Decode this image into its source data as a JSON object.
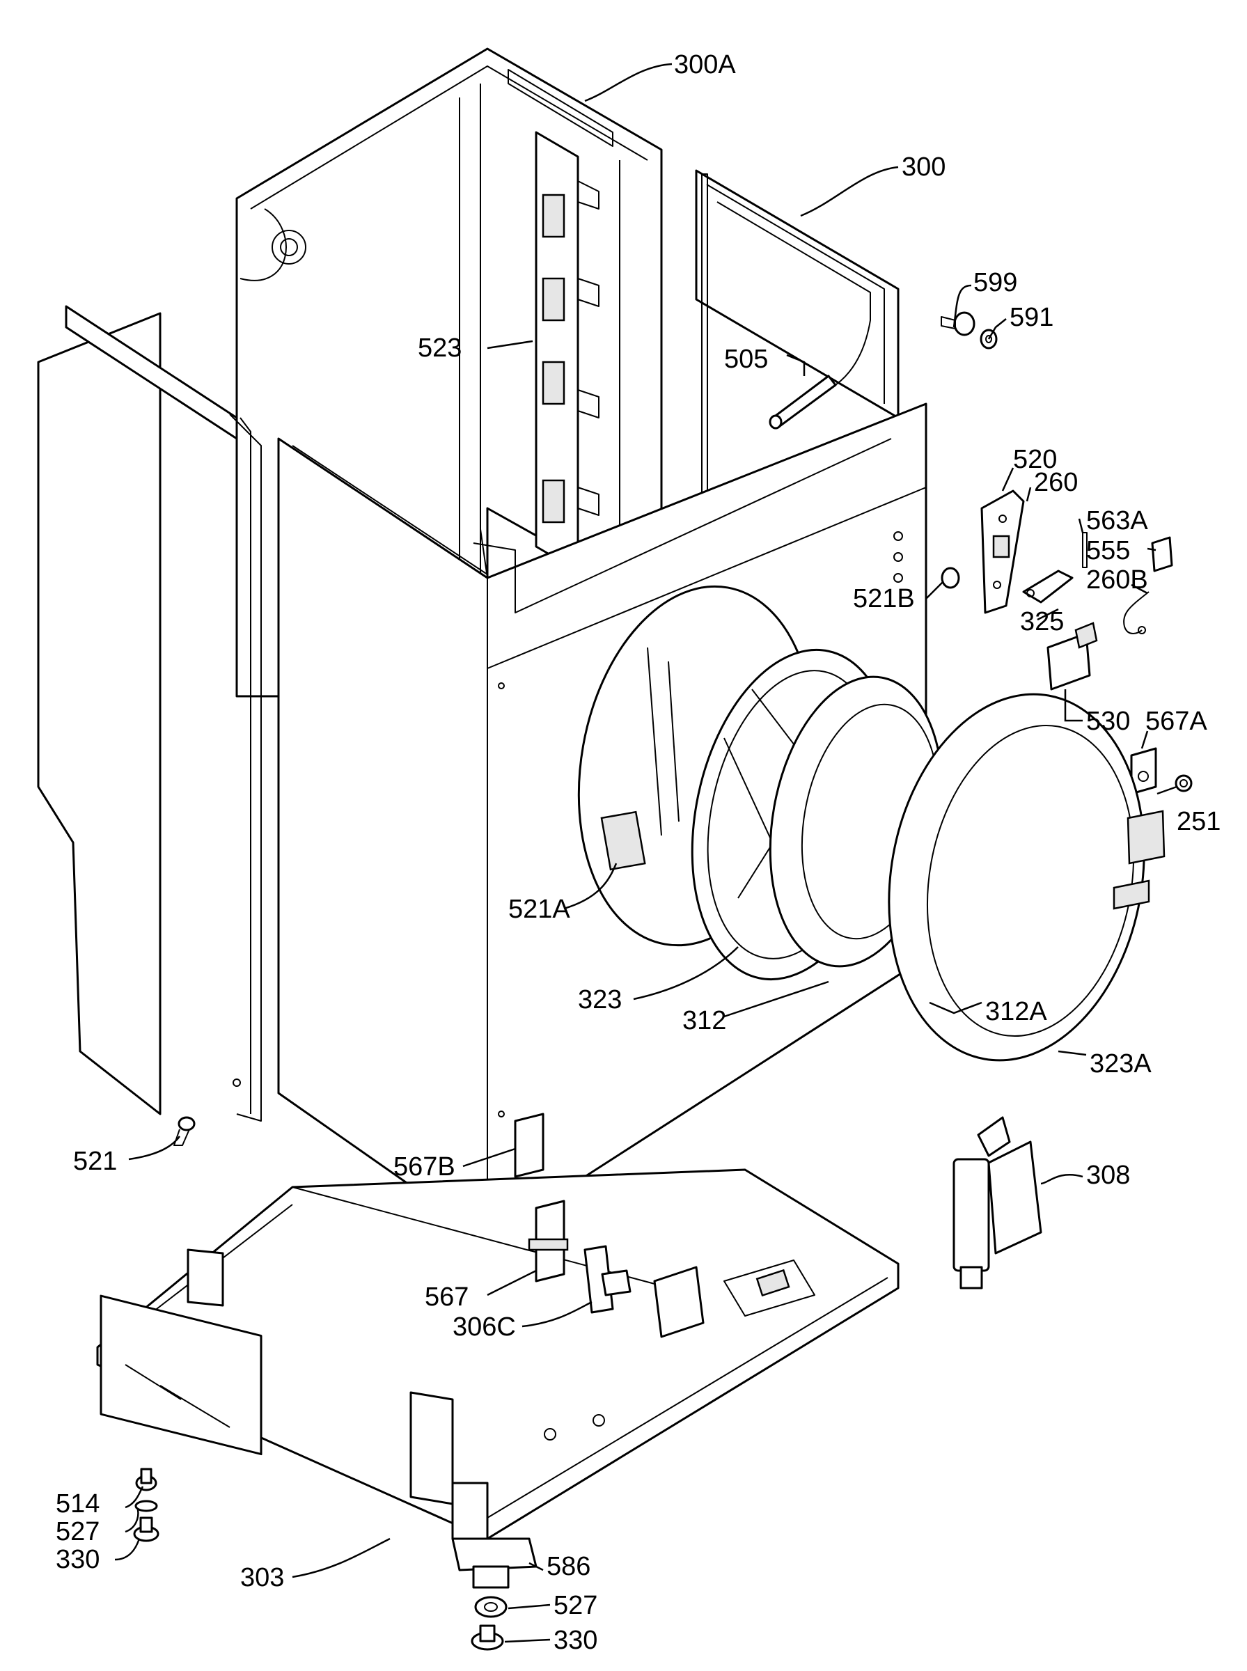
{
  "labels": {
    "l300A": "300A",
    "l300": "300",
    "l599": "599",
    "l591": "591",
    "l523": "523",
    "l505": "505",
    "l520": "520",
    "l260": "260",
    "l563A": "563A",
    "l555": "555",
    "l260B": "260B",
    "l521B": "521B",
    "l325": "325",
    "l530": "530",
    "l567A": "567A",
    "l251": "251",
    "l521A": "521A",
    "l323": "323",
    "l312": "312",
    "l312A": "312A",
    "l323A": "323A",
    "l521": "521",
    "l567B": "567B",
    "l308": "308",
    "l567": "567",
    "l306C": "306C",
    "l514": "514",
    "l527a": "527",
    "l330a": "330",
    "l303": "303",
    "l586": "586",
    "l527b": "527",
    "l330b": "330"
  }
}
